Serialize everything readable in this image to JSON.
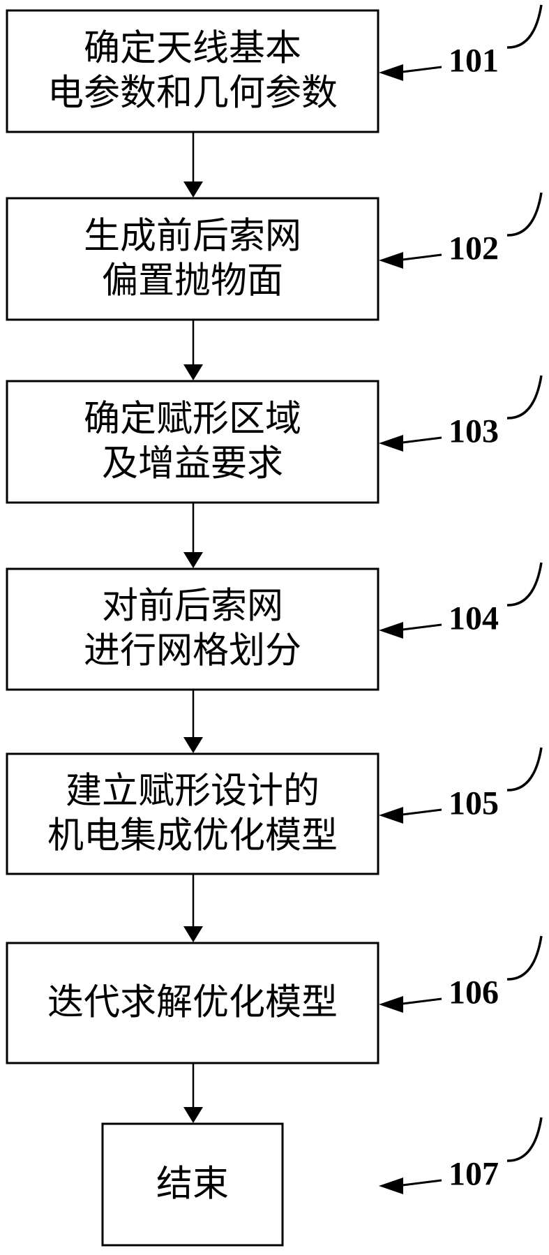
{
  "figure": {
    "background": "#ffffff",
    "line_color": "#000000",
    "steps": [
      {
        "ref": "101",
        "lines": [
          "确定天线基本",
          "电参数和几何参数"
        ]
      },
      {
        "ref": "102",
        "lines": [
          "生成前后索网",
          "偏置抛物面"
        ]
      },
      {
        "ref": "103",
        "lines": [
          "确定赋形区域",
          "及增益要求"
        ]
      },
      {
        "ref": "104",
        "lines": [
          "对前后索网",
          "进行网格划分"
        ]
      },
      {
        "ref": "105",
        "lines": [
          "建立赋形设计的",
          "机电集成优化模型"
        ]
      },
      {
        "ref": "106",
        "lines": [
          "迭代求解优化模型"
        ]
      },
      {
        "ref": "107",
        "lines": [
          "结束"
        ]
      }
    ]
  }
}
